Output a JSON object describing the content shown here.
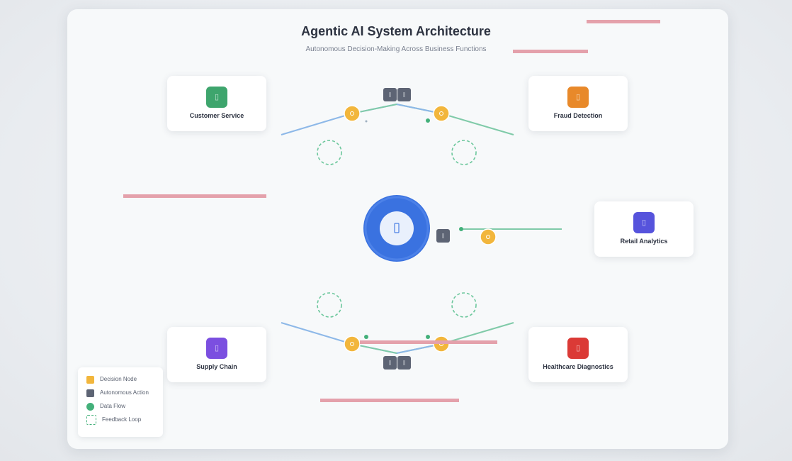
{
  "header": {
    "title": "Agentic AI System Architecture",
    "subtitle": "Autonomous Decision-Making Across Business Functions"
  },
  "nodes": {
    "customer_service": {
      "label": "Customer Service",
      "color": "#3ea56d"
    },
    "fraud_detection": {
      "label": "Fraud Detection",
      "color": "#e8892a"
    },
    "retail_analytics": {
      "label": "Retail Analytics",
      "color": "#5653dc"
    },
    "supply_chain": {
      "label": "Supply Chain",
      "color": "#7b4fe0"
    },
    "healthcare_diagnostics": {
      "label": "Healthcare Diagnostics",
      "color": "#db3a36"
    }
  },
  "core": {
    "icon": "ai-core-icon",
    "outer_color": "#3a72e0",
    "inner_color": "#e9f0fc"
  },
  "legend": {
    "decision_node": {
      "label": "Decision Node",
      "color": "#f2b63c"
    },
    "autonomous_action": {
      "label": "Autonomous Action",
      "color": "#5d6474"
    },
    "data_flow": {
      "label": "Data Flow",
      "color": "#43b07a"
    },
    "feedback_loop": {
      "label": "Feedback Loop",
      "color": "#43b07a"
    }
  },
  "colors": {
    "flow_blue": "#8db8e8",
    "flow_green": "#7fcaa8",
    "decision": "#f2b63c",
    "action": "#5d6474",
    "annotation_bar": "#e4a1ab"
  }
}
